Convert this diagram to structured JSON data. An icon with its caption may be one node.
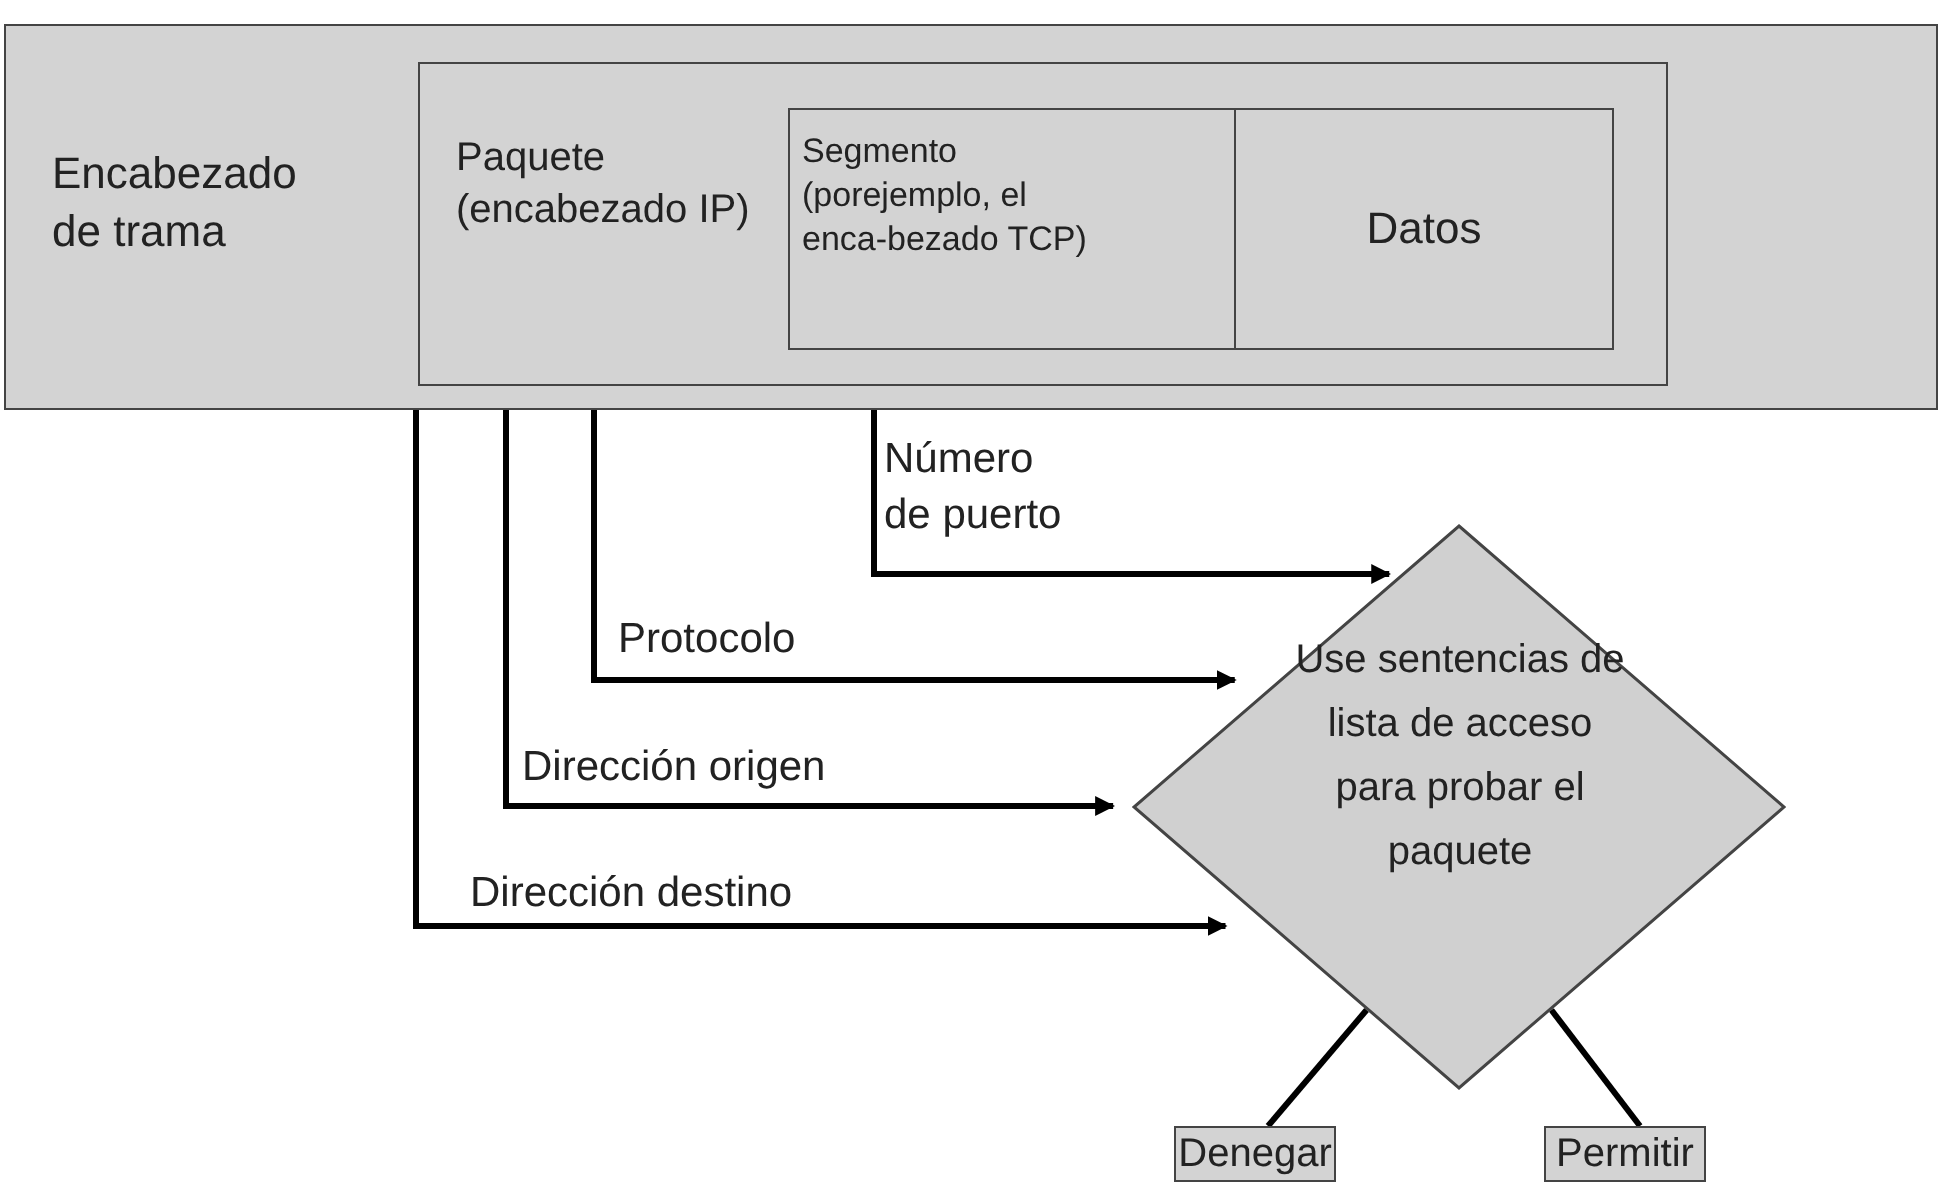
{
  "diagram": {
    "nodes": [
      {
        "text": [
          "Encabezado de trama"
        ]
      },
      {
        "text": [
          "Paquete (encabezado IP)"
        ],
        "in": 0
      },
      {
        "text": [
          "Segmento (porejemplo, el enca-bezado TCP)"
        ],
        "in": 1
      },
      {
        "text": [
          "Datos"
        ],
        "in": 1
      },
      {
        "text": [
          "Use sentencias de lista de acceso para probar el paquete"
        ]
      },
      {
        "text": [
          "Denegar"
        ]
      },
      {
        "text": [
          "Permitir"
        ]
      }
    ],
    "edges": [
      {
        "from": 2,
        "to": 4,
        "arrow": "to",
        "label": "Número de puerto"
      },
      {
        "from": 1,
        "to": 4,
        "arrow": "to",
        "label": "Protocolo"
      },
      {
        "from": 1,
        "to": 4,
        "arrow": "to",
        "label": "Dirección origen"
      },
      {
        "from": 1,
        "to": 4,
        "arrow": "to",
        "label": "Dirección destino"
      },
      {
        "from": 4,
        "to": 5,
        "arrow": "none"
      },
      {
        "from": 4,
        "to": 6,
        "arrow": "none"
      }
    ]
  }
}
